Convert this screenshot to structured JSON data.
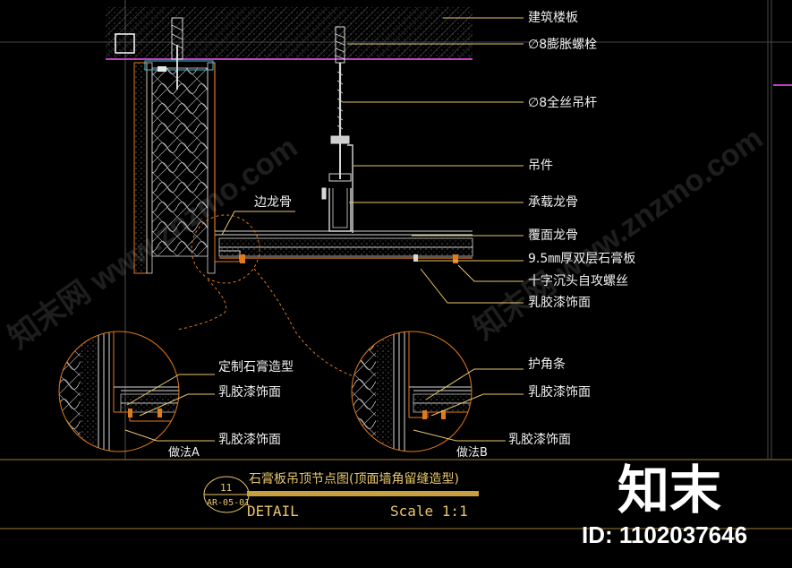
{
  "labels": {
    "floor_slab": "建筑楼板",
    "expansion_bolt": "∅8膨胀螺栓",
    "threaded_rod": "∅8全丝吊杆",
    "hanger": "吊件",
    "main_keel": "承载龙骨",
    "edge_keel": "边龙骨",
    "cover_keel": "覆面龙骨",
    "gypsum_board": "9.5㎜厚双层石膏板",
    "screws": "十字沉头自攻螺丝",
    "latex_paint_1": "乳胶漆饰面",
    "custom_gypsum": "定制石膏造型",
    "latex_paint_a1": "乳胶漆饰面",
    "latex_paint_a2": "乳胶漆饰面",
    "corner_bead": "护角条",
    "latex_paint_b1": "乳胶漆饰面",
    "latex_paint_b2": "乳胶漆饰面",
    "method_a": "做法A",
    "method_b": "做法B"
  },
  "title_block": {
    "number": "11",
    "sheet": "AR-05-01",
    "title": "石膏板吊顶节点图(顶面墙角留缝造型)",
    "detail": "DETAIL",
    "scale": "Scale 1:1"
  },
  "watermark": {
    "brand": "知末",
    "id": "ID: 1102037646",
    "site": "www.znzmo.com"
  },
  "colors": {
    "background": "#000000",
    "line_white": "#d8d8d8",
    "leader_yellow": "#e8c66a",
    "orange": "#e07a1e",
    "magenta": "#c040c0",
    "cyan": "#40c0e0",
    "frame": "#a08030"
  }
}
